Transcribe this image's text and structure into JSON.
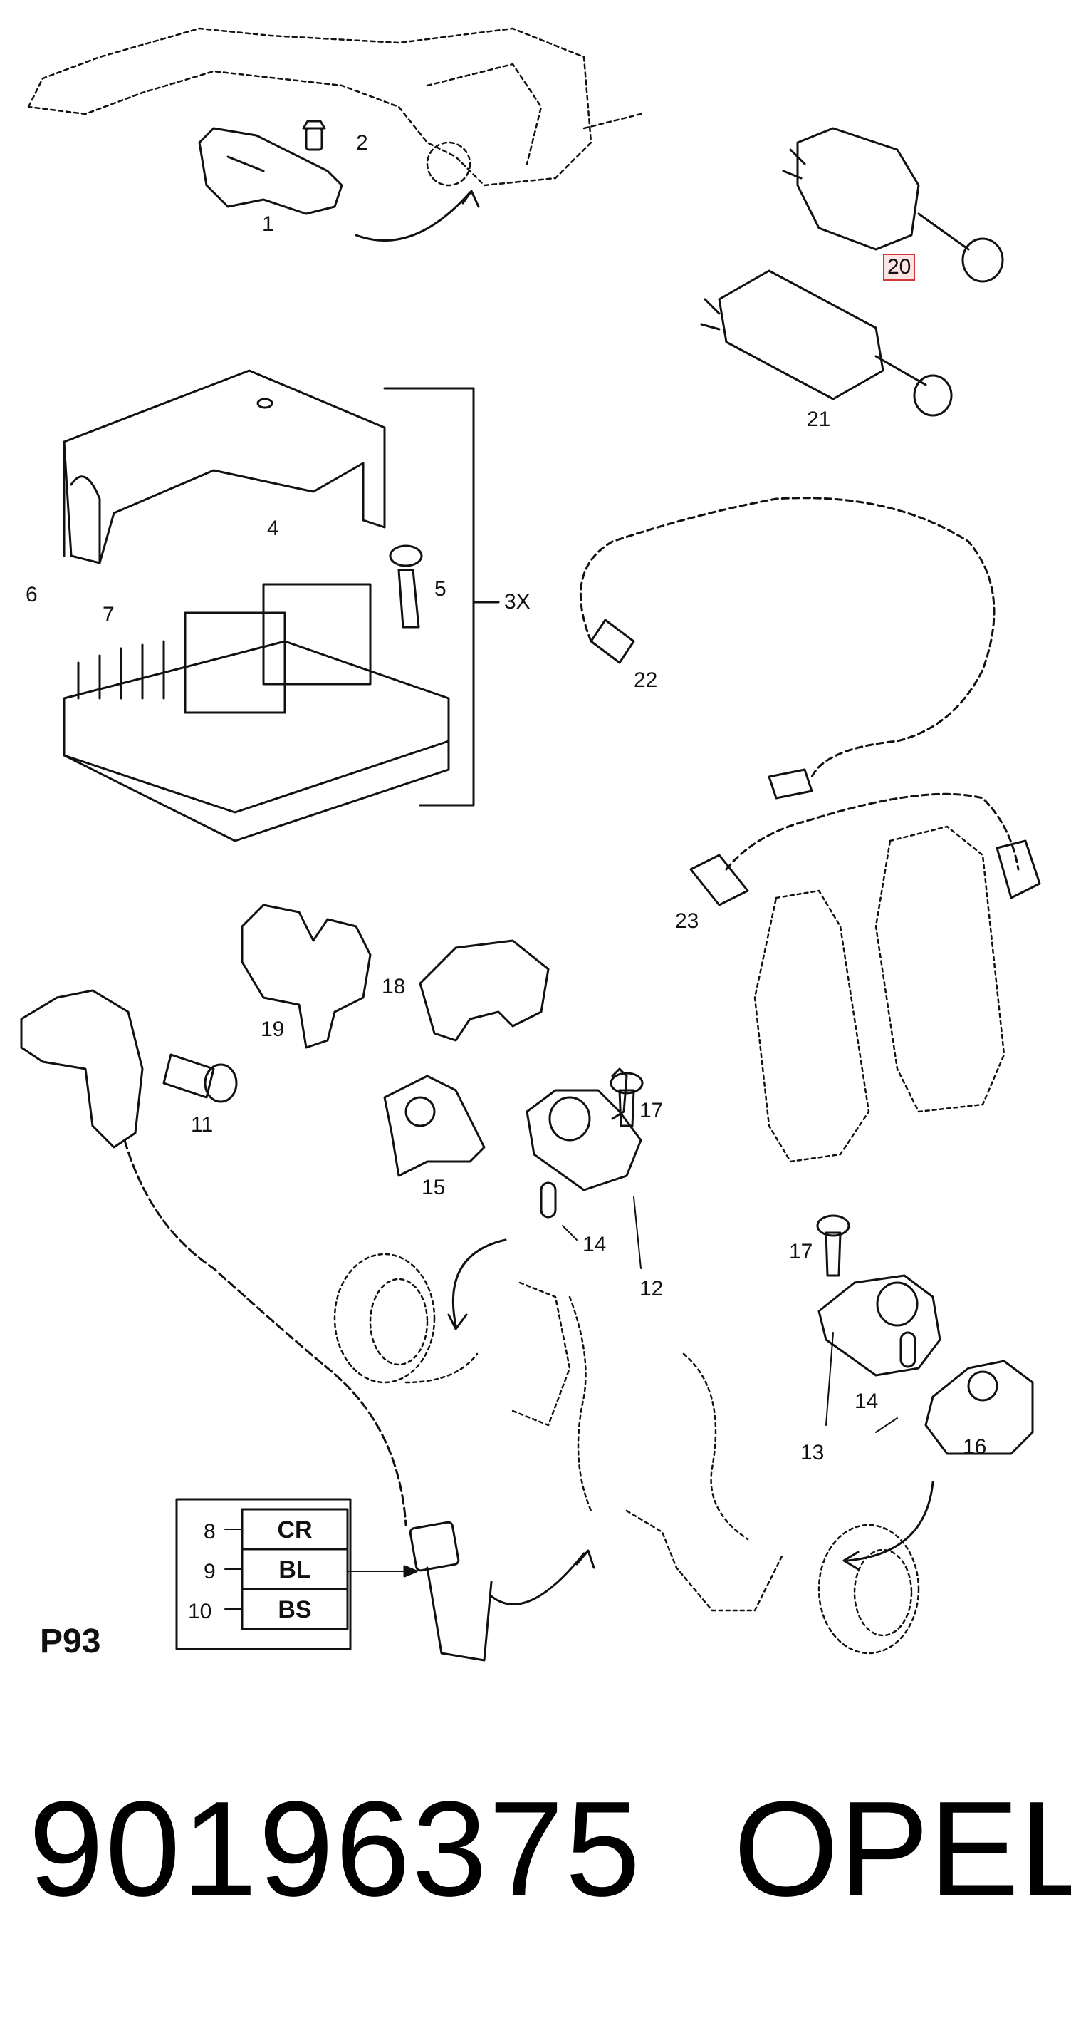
{
  "callouts": [
    "1",
    "2",
    "4",
    "5",
    "3X",
    "6",
    "7",
    "20",
    "21",
    "22",
    "23",
    "18",
    "19",
    "11",
    "15",
    "17",
    "14",
    "12",
    "17",
    "13",
    "14",
    "16",
    "8",
    "9",
    "10"
  ],
  "connector_table": {
    "rows": [
      {
        "pin": "8",
        "code": "CR"
      },
      {
        "pin": "9",
        "code": "BL"
      },
      {
        "pin": "10",
        "code": "BS"
      }
    ]
  },
  "section_label": "P93",
  "part_number": "90196375",
  "brand": "OPEL",
  "colors": {
    "highlight_border": "#d23a3a",
    "highlight_fill": "#fde4e4"
  }
}
